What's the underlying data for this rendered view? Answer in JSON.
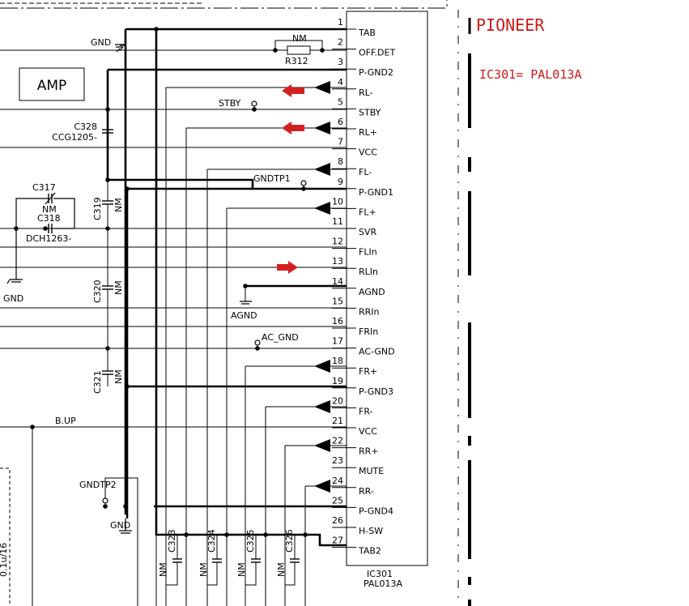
{
  "brand": "PIONEER",
  "ic_note": "IC301= PAL013A",
  "amp_label": "AMP",
  "ic": {
    "ref": "IC301",
    "part": "PAL013A"
  },
  "pins": [
    {
      "num": "1",
      "name": "TAB"
    },
    {
      "num": "2",
      "name": "OFF.DET"
    },
    {
      "num": "3",
      "name": "P-GND2"
    },
    {
      "num": "4",
      "name": "RL-"
    },
    {
      "num": "5",
      "name": "STBY"
    },
    {
      "num": "6",
      "name": "RL+"
    },
    {
      "num": "7",
      "name": "VCC"
    },
    {
      "num": "8",
      "name": "FL-"
    },
    {
      "num": "9",
      "name": "P-GND1"
    },
    {
      "num": "10",
      "name": "FL+"
    },
    {
      "num": "11",
      "name": "SVR"
    },
    {
      "num": "12",
      "name": "FLIn"
    },
    {
      "num": "13",
      "name": "RLIn"
    },
    {
      "num": "14",
      "name": "AGND"
    },
    {
      "num": "15",
      "name": "RRIn"
    },
    {
      "num": "16",
      "name": "FRIn"
    },
    {
      "num": "17",
      "name": "AC-GND"
    },
    {
      "num": "18",
      "name": "FR+"
    },
    {
      "num": "19",
      "name": "P-GND3"
    },
    {
      "num": "20",
      "name": "FR-"
    },
    {
      "num": "21",
      "name": "VCC"
    },
    {
      "num": "22",
      "name": "RR+"
    },
    {
      "num": "23",
      "name": "MUTE"
    },
    {
      "num": "24",
      "name": "RR-"
    },
    {
      "num": "25",
      "name": "P-GND4"
    },
    {
      "num": "26",
      "name": "H-SW"
    },
    {
      "num": "27",
      "name": "TAB2"
    }
  ],
  "labels": {
    "gnd_top": "GND",
    "nm_r312": "NM",
    "r312": "R312",
    "stby": "STBY",
    "c328": "C328",
    "ccg1205": "CCG1205-",
    "gndtp1": "GNDTP1",
    "c317": "C317",
    "nm_c317": "NM",
    "c318": "C318",
    "dch1263": "DCH1263-",
    "c319": "C319",
    "nm_c319": "NM",
    "gnd_left": "GND",
    "c320": "C320",
    "nm_c320": "NM",
    "agnd": "AGND",
    "ac_gnd": "AC_GND",
    "c321": "C321",
    "nm_c321": "NM",
    "bup": "B.UP",
    "gndtp2": "GNDTP2",
    "gnd_bottom": "GND",
    "c323": "C323",
    "nm_c323": "NM",
    "c324": "C324",
    "nm_c324": "NM",
    "c325": "C325",
    "nm_c325": "NM",
    "c326": "C326",
    "nm_c326": "NM",
    "cap_left": "0.1u/16"
  }
}
